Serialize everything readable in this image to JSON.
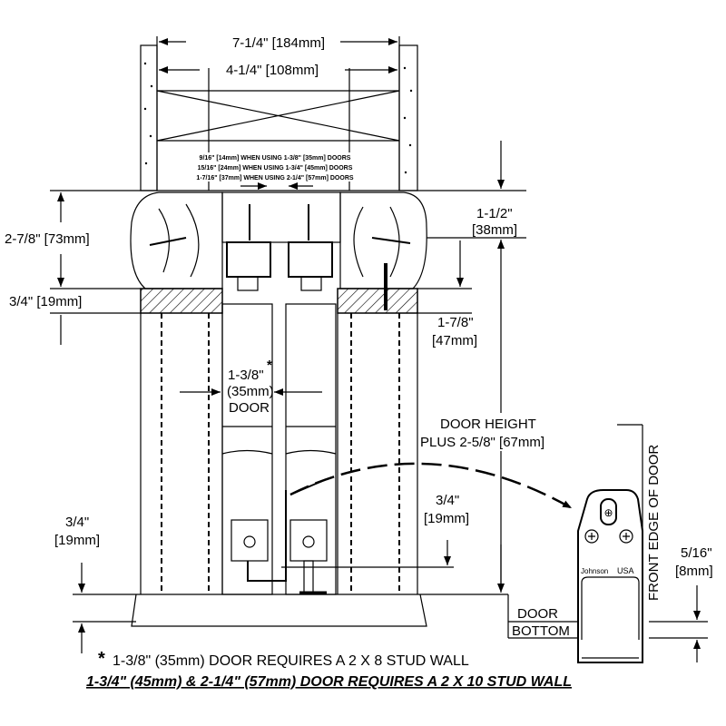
{
  "dimensions": {
    "overall_width": "7-1/4\" [184mm]",
    "inner_width": "4-1/4\" [108mm]",
    "gap_notes": [
      "9/16\" [14mm] WHEN USING 1-3/8\" [35mm] DOORS",
      "15/16\" [24mm] WHEN USING 1-3/4\" [45mm] DOORS",
      "1-7/16\" [37mm] WHEN USING 2-1/4\" [57mm] DOORS"
    ],
    "header_gap": {
      "line1": "1-1/2\"",
      "line2": "[38mm]"
    },
    "track_height": "2-7/8\" [73mm]",
    "jamb_thickness": "3/4\" [19mm]",
    "track_clearance": {
      "line1": "1-7/8\"",
      "line2": "[47mm]"
    },
    "door_thickness": {
      "line1": "1-3/8\"",
      "asterisk": "*",
      "line2": "(35mm)",
      "line3": "DOOR"
    },
    "door_height": {
      "line1": "DOOR HEIGHT",
      "line2": "PLUS 2-5/8\" [67mm]"
    },
    "guide_offset": {
      "line1": "3/4\"",
      "line2": "[19mm]"
    },
    "floor_offset": {
      "line1": "3/4\"",
      "line2": "[19mm]"
    },
    "guide_clearance": {
      "line1": "5/16\"",
      "line2": "[8mm]"
    }
  },
  "guide_detail": {
    "front_edge_label": "FRONT EDGE OF DOOR",
    "door_bottom": {
      "line1": "DOOR",
      "line2": "BOTTOM"
    },
    "brand": "Johnson",
    "country": "USA"
  },
  "footnotes": {
    "asterisk": "*",
    "line1": "1-3/8\" (35mm) DOOR REQUIRES A 2 X 8 STUD WALL",
    "line2": "1-3/4\" (45mm) & 2-1/4\" (57mm) DOOR REQUIRES A 2 X 10 STUD WALL"
  }
}
